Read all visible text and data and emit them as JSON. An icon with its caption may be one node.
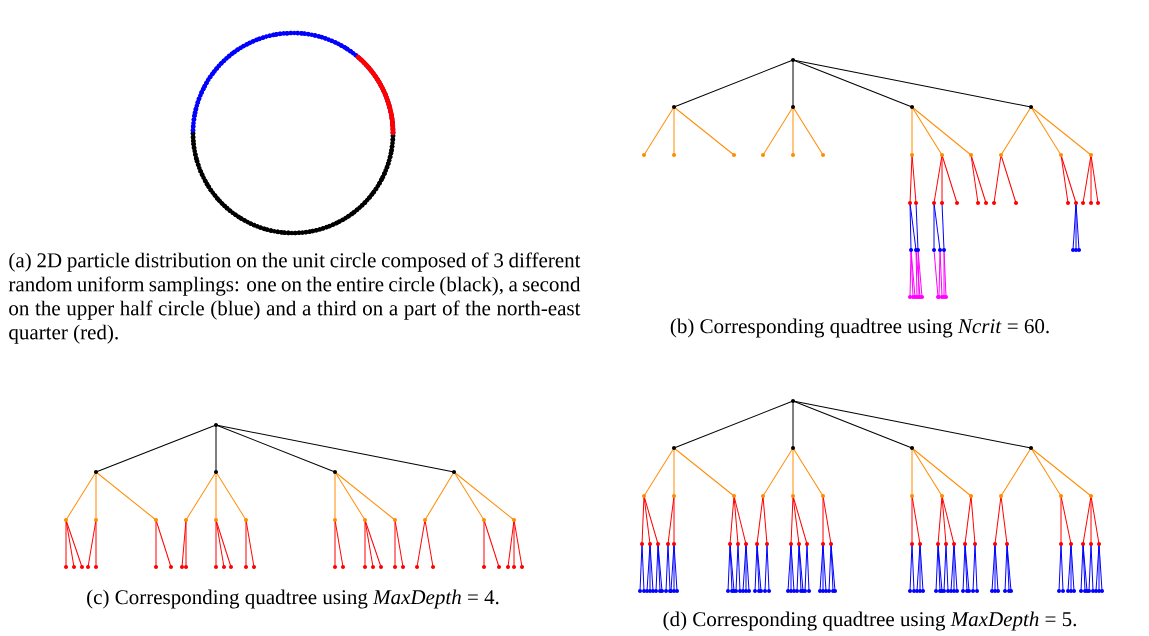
{
  "diagram": {
    "labels": [
      "(a) 2D particle distribution on the unit circle composed of 3 different random uniform samplings: one on the entire circle (black), a second on the upper half circle (blue) and a third on a part of the north-east quarter (red).",
      "(b) Corresponding quadtree using *Ncrit* = 60.",
      "(c) Corresponding quadtree using *MaxDepth* = 4.",
      "(d) Corresponding quadtree using *MaxDepth* = 5."
    ]
  }
}
